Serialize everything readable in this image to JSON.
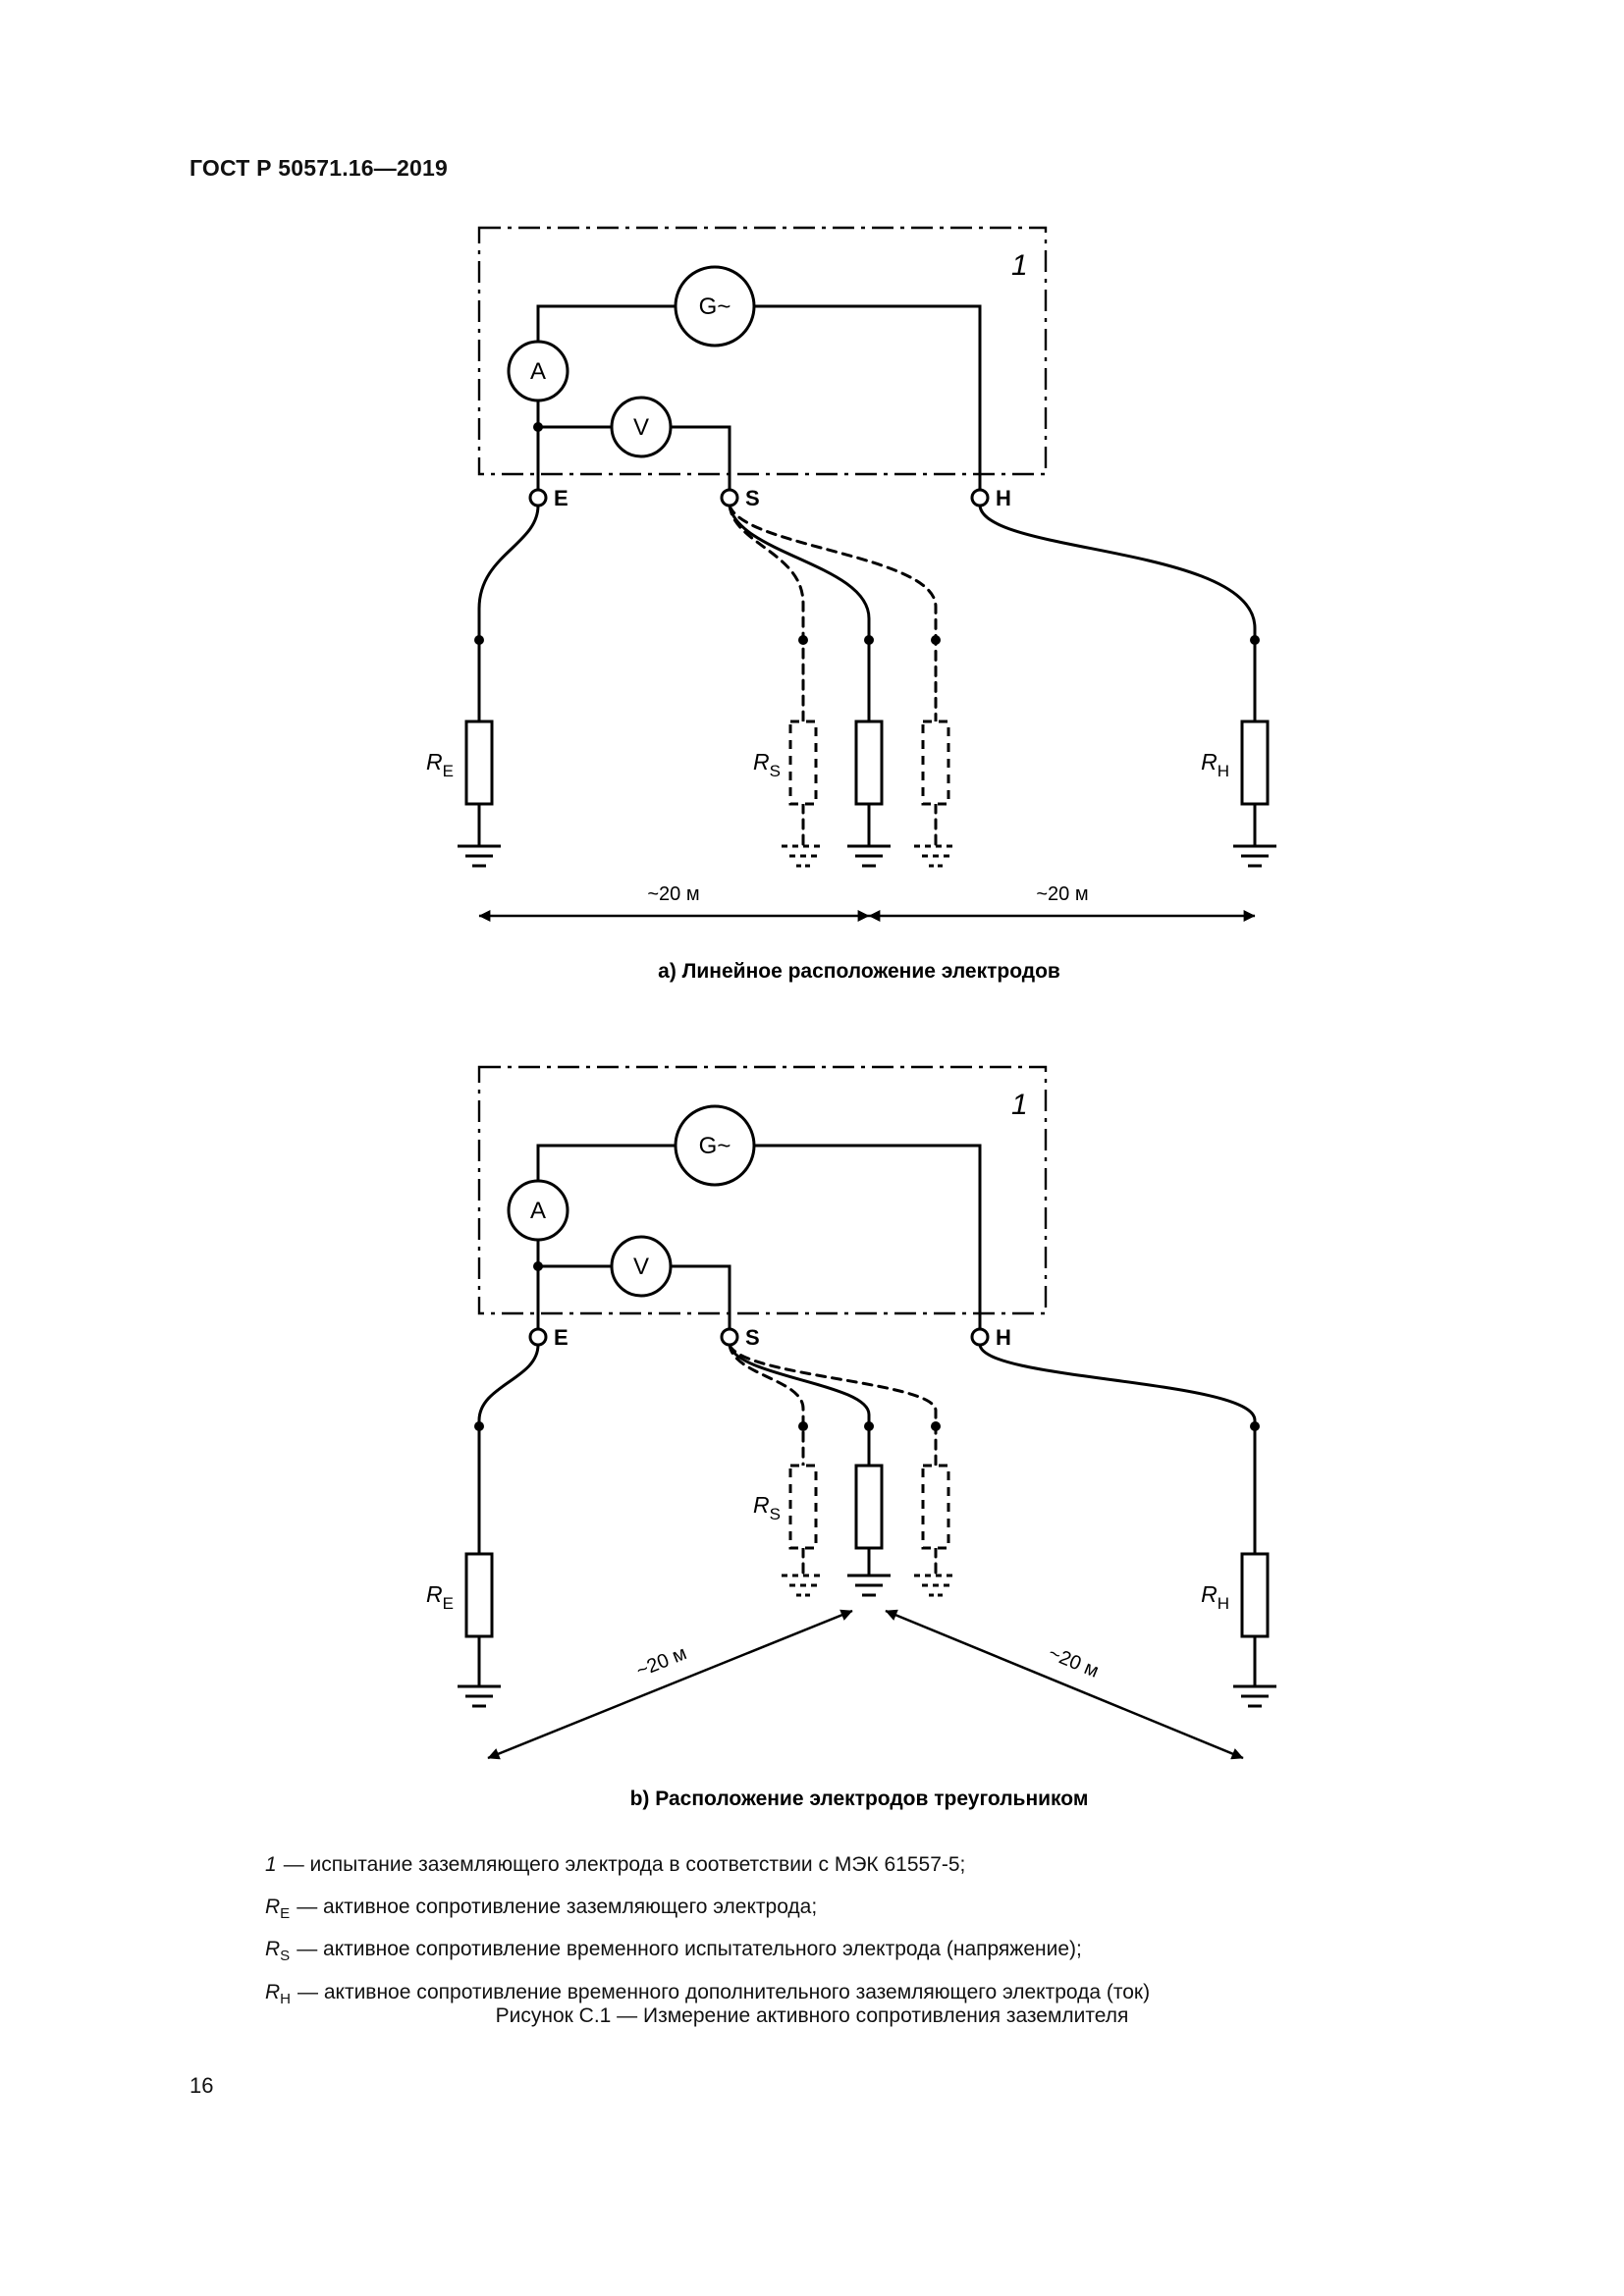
{
  "page": {
    "header": "ГОСТ Р 50571.16—2019",
    "page_number": "16",
    "figure_caption": "Рисунок С.1 — Измерение активного сопротивления заземлителя"
  },
  "diagram_a": {
    "test_box_label": "1",
    "generator_label": "G~",
    "ammeter_label": "A",
    "voltmeter_label": "V",
    "terminal_e": "E",
    "terminal_s": "S",
    "terminal_h": "H",
    "resistor_e": {
      "base": "R",
      "sub": "E"
    },
    "resistor_s": {
      "base": "R",
      "sub": "S"
    },
    "resistor_h": {
      "base": "R",
      "sub": "H"
    },
    "distance_left": "~20 м",
    "distance_right": "~20 м",
    "caption": "а) Линейное расположение электродов"
  },
  "diagram_b": {
    "test_box_label": "1",
    "generator_label": "G~",
    "ammeter_label": "A",
    "voltmeter_label": "V",
    "terminal_e": "E",
    "terminal_s": "S",
    "terminal_h": "H",
    "resistor_e": {
      "base": "R",
      "sub": "E"
    },
    "resistor_s": {
      "base": "R",
      "sub": "S"
    },
    "resistor_h": {
      "base": "R",
      "sub": "H"
    },
    "distance_left": "~20 м",
    "distance_right": "~20 м",
    "caption": "b) Расположение электродов треугольником"
  },
  "legend": {
    "items": [
      {
        "key": "1",
        "sub": "",
        "text": "— испытание заземляющего электрода в соответствии с МЭК 61557-5;"
      },
      {
        "key": "R",
        "sub": "E",
        "text": "— активное сопротивление заземляющего электрода;"
      },
      {
        "key": "R",
        "sub": "S",
        "text": "— активное сопротивление временного испытательного электрода (напряжение);"
      },
      {
        "key": "R",
        "sub": "H",
        "text": "— активное сопротивление временного дополнительного заземляющего электрода (ток)"
      }
    ]
  }
}
